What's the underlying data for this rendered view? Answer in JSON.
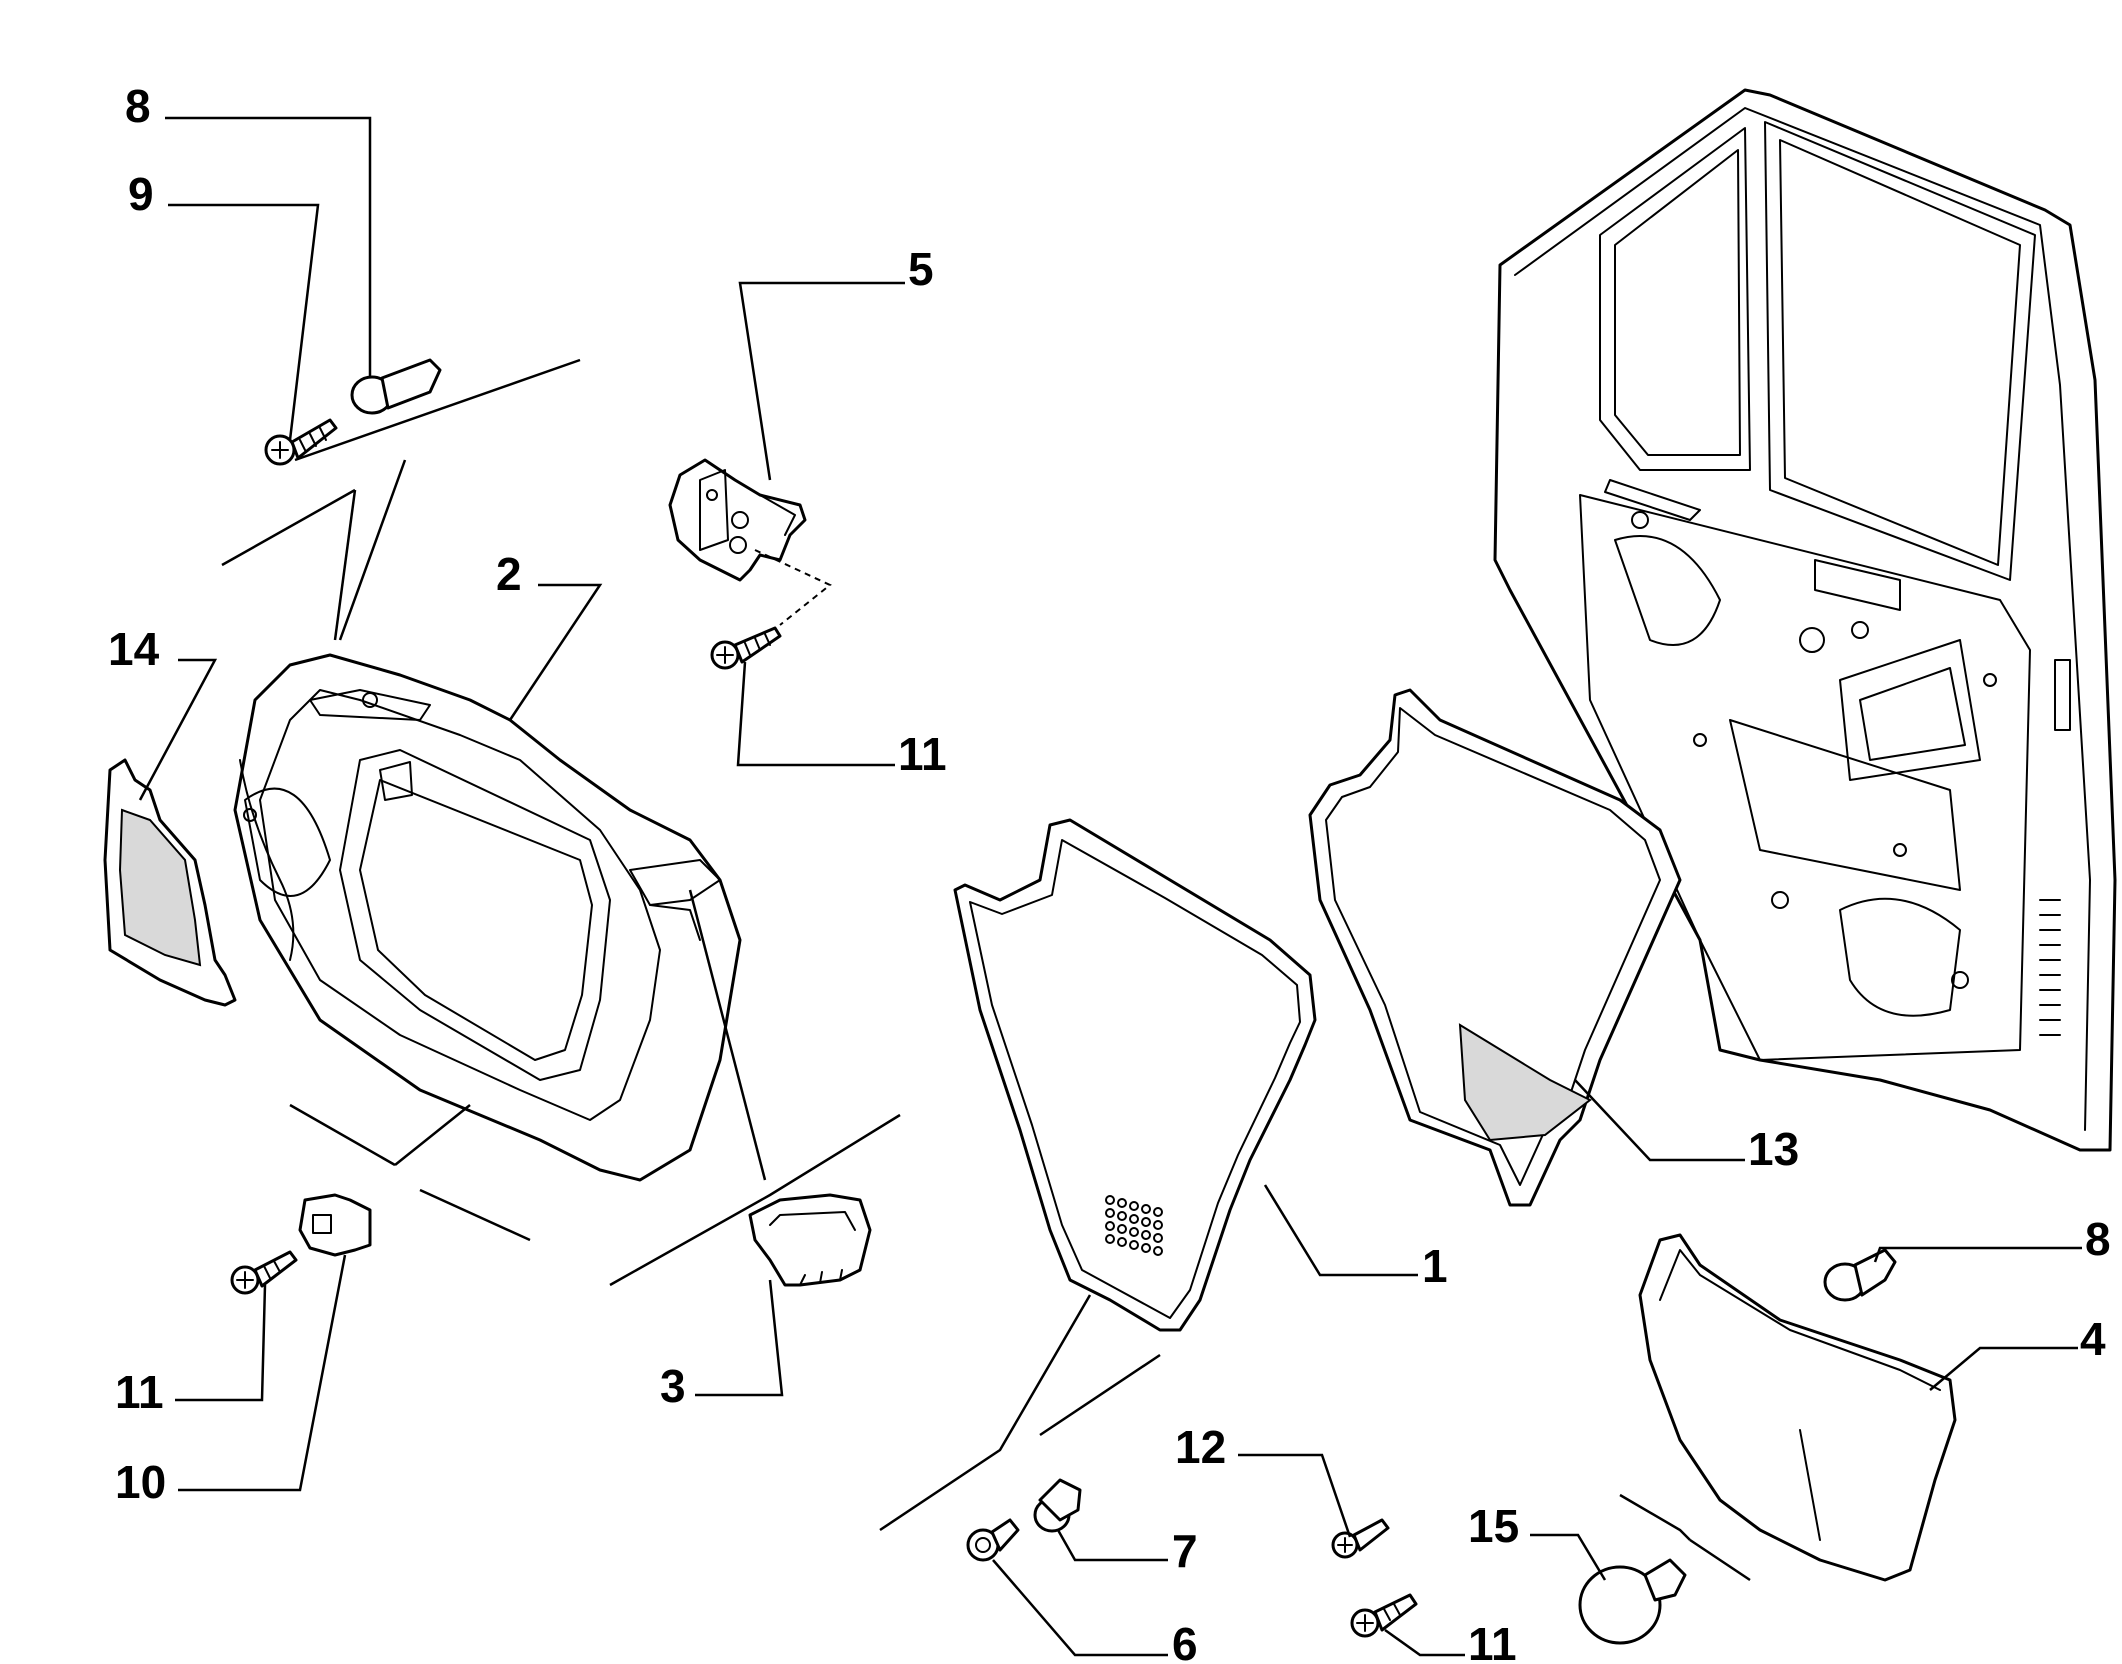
{
  "diagram": {
    "callouts": [
      {
        "id": "c8a",
        "label": "8"
      },
      {
        "id": "c9",
        "label": "9"
      },
      {
        "id": "c5",
        "label": "5"
      },
      {
        "id": "c2",
        "label": "2"
      },
      {
        "id": "c14",
        "label": "14"
      },
      {
        "id": "c11a",
        "label": "11"
      },
      {
        "id": "c13",
        "label": "13"
      },
      {
        "id": "c1",
        "label": "1"
      },
      {
        "id": "c8b",
        "label": "8"
      },
      {
        "id": "c4",
        "label": "4"
      },
      {
        "id": "c11b",
        "label": "11"
      },
      {
        "id": "c10",
        "label": "10"
      },
      {
        "id": "c3",
        "label": "3"
      },
      {
        "id": "c12",
        "label": "12"
      },
      {
        "id": "c15",
        "label": "15"
      },
      {
        "id": "c7",
        "label": "7"
      },
      {
        "id": "c6",
        "label": "6"
      },
      {
        "id": "c11c",
        "label": "11"
      }
    ]
  }
}
